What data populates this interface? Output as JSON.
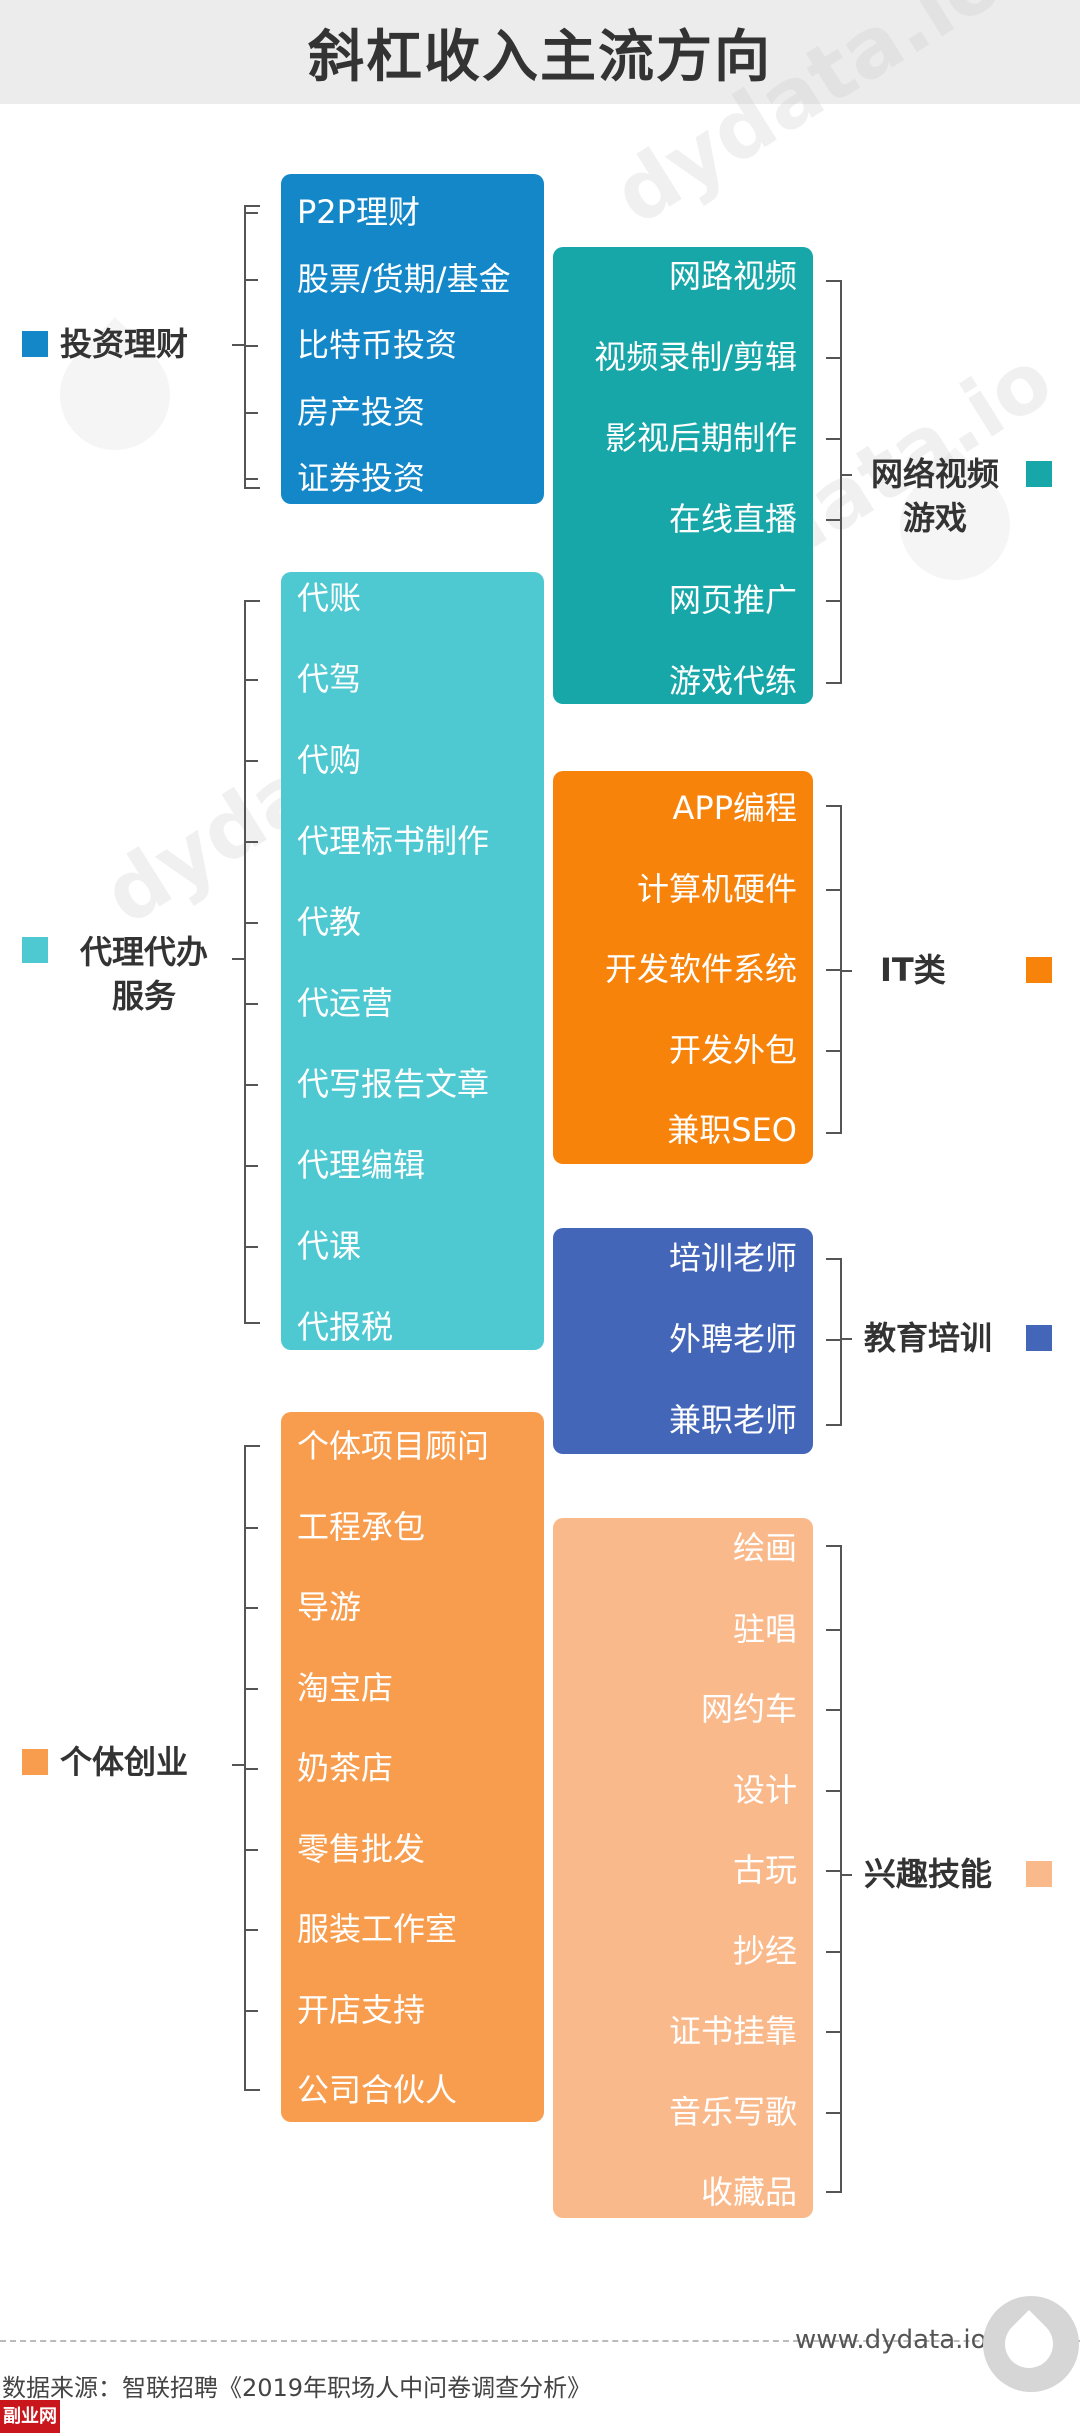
{
  "title": "斜杠收入主流方向",
  "watermark": "dydata.io",
  "left_categories": [
    {
      "label": "投资理财",
      "color": "#1387c8",
      "items": [
        "P2P理财",
        "股票/货期/基金",
        "比特币投资",
        "房产投资",
        "证券投资"
      ]
    },
    {
      "label": "代理代办服务",
      "label_lines": [
        "代理代办",
        "服务"
      ],
      "color": "#4ec9d2",
      "items": [
        "代账",
        "代驾",
        "代购",
        "代理标书制作",
        "代教",
        "代运营",
        "代写报告文章",
        "代理编辑",
        "代课",
        "代报税"
      ]
    },
    {
      "label": "个体创业",
      "color": "#f89d4e",
      "items": [
        "个体项目顾问",
        "工程承包",
        "导游",
        "淘宝店",
        "奶茶店",
        "零售批发",
        "服装工作室",
        "开店支持",
        "公司合伙人"
      ]
    }
  ],
  "right_categories": [
    {
      "label": "网络视频游戏",
      "label_lines": [
        "网络视频",
        "游戏"
      ],
      "color": "#17a7a9",
      "items": [
        "网路视频",
        "视频录制/剪辑",
        "影视后期制作",
        "在线直播",
        "网页推广",
        "游戏代练"
      ]
    },
    {
      "label": "IT类",
      "color": "#f7830a",
      "items": [
        "APP编程",
        "计算机硬件",
        "开发软件系统",
        "开发外包",
        "兼职SEO"
      ]
    },
    {
      "label": "教育培训",
      "color": "#4466b8",
      "items": [
        "培训老师",
        "外聘老师",
        "兼职老师"
      ]
    },
    {
      "label": "兴趣技能",
      "color": "#fab98b",
      "items": [
        "绘画",
        "驻唱",
        "网约车",
        "设计",
        "古玩",
        "抄经",
        "证书挂靠",
        "音乐写歌",
        "收藏品"
      ]
    }
  ],
  "footer": {
    "site": "www.dydata.io",
    "source": "数据来源：智联招聘《2019年职场人中问卷调查分析》",
    "corner_badge": "副业网"
  }
}
